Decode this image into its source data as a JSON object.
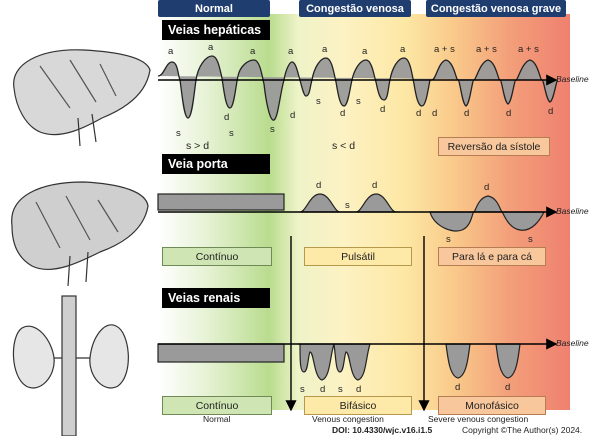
{
  "headers": {
    "normal": "Normal",
    "congestion": "Congestão venosa",
    "severe": "Congestão venosa grave"
  },
  "sections": {
    "hepatic": "Veias hepáticas",
    "portal": "Veia porta",
    "renal": "Veias renais"
  },
  "baseline": "Baseline",
  "hepatic": {
    "peak_a": "a",
    "peak_as": "a + s",
    "trough_s": "s",
    "trough_d": "d",
    "normal_ratio": "s > d",
    "congestion_ratio": "s < d",
    "severe_box": "Reversão da sístole"
  },
  "portal": {
    "peak_d": "d",
    "trough_s": "s",
    "normal_box": "Contínuo",
    "congestion_box": "Pulsátil",
    "severe_box": "Para lá e para cá"
  },
  "renal": {
    "wave_s": "s",
    "wave_d": "d",
    "normal_box": "Contínuo",
    "congestion_box": "Bifásico",
    "severe_box": "Monofásico"
  },
  "bottom": {
    "normal": "Normal",
    "congestion": "Venous congestion",
    "severe": "Severe venous congestion"
  },
  "footer": {
    "doi": "DOI: 10.4330/wjc.v16.i1.5",
    "copyright": "Copyright ©The Author(s) 2024."
  },
  "colors": {
    "header": "#1f3d6e",
    "wave_fill": "#9a9a9a",
    "green_box": "#cfe5b4",
    "yellow_box": "#fde9a8",
    "orange_box": "#f8c79c"
  }
}
